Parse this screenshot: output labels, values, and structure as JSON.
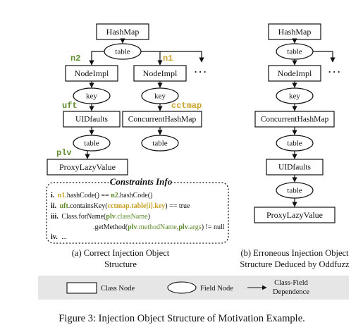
{
  "colors": {
    "var_green": "#5e8c2c",
    "var_gold": "#c9a227",
    "legend_bg": "#e6e6e6",
    "ink": "#111111"
  },
  "left": {
    "nodes": {
      "hashmap": "HashMap",
      "table_top": "table",
      "nodeimpl_a": "NodeImpl",
      "nodeimpl_b": "NodeImpl",
      "key_a": "key",
      "key_b": "key",
      "uidfaults": "UIDfaults",
      "concurrenthashmap": "ConcurrentHashMap",
      "table_mid": "table",
      "table_right": "table",
      "proxylazyvalue": "ProxyLazyValue"
    },
    "edge_labels": {
      "n2": "n2",
      "n1": "n1",
      "uft": "uft",
      "cctmap": "cctmap",
      "plv": "plv"
    },
    "ellipsis": ". . ."
  },
  "right": {
    "nodes": {
      "hashmap": "HashMap",
      "table_1": "table",
      "nodeimpl": "NodeImpl",
      "key": "key",
      "concurrenthashmap": "ConcurrentHashMap",
      "table_2": "table",
      "uidfaults": "UIDfaults",
      "table_3": "table",
      "proxylazyvalue": "ProxyLazyValue"
    },
    "ellipsis": ". . ."
  },
  "constraints": {
    "title": "Constraints Info",
    "line1": {
      "num": "i.",
      "a": "n1",
      "b": ".hashCode() == ",
      "c": "n2",
      "d": ".hashCode()"
    },
    "line2": {
      "num": "ii.",
      "a": "uft",
      "b": ".containsKey(",
      "c": "cctmap",
      "d": ".table[i].key",
      "e": ") == true"
    },
    "line3": {
      "num": "iii.",
      "a": "Class.forName(",
      "b": "plv",
      "c": ".className",
      "d": ")"
    },
    "line4": {
      "a": ".getMethod(",
      "b": "plv",
      "c": ".methodName",
      "d": ",",
      "e": "plv",
      "f": ".args",
      "g": ") != null"
    },
    "line5": {
      "num": "iv.",
      "a": "..."
    }
  },
  "captions": {
    "left_1": "(a) Correct  Injection Object",
    "left_2": "Structure",
    "right_1": "(b) Erroneous Injection Object",
    "right_2": "Structure Deduced by Oddfuzz"
  },
  "legend": {
    "class_node": "Class Node",
    "field_node": "Field Node",
    "dependence_1": "Class-Field",
    "dependence_2": "Dependence"
  },
  "figure_caption": "Figure 3: Injection Object Structure of Motivation Example."
}
